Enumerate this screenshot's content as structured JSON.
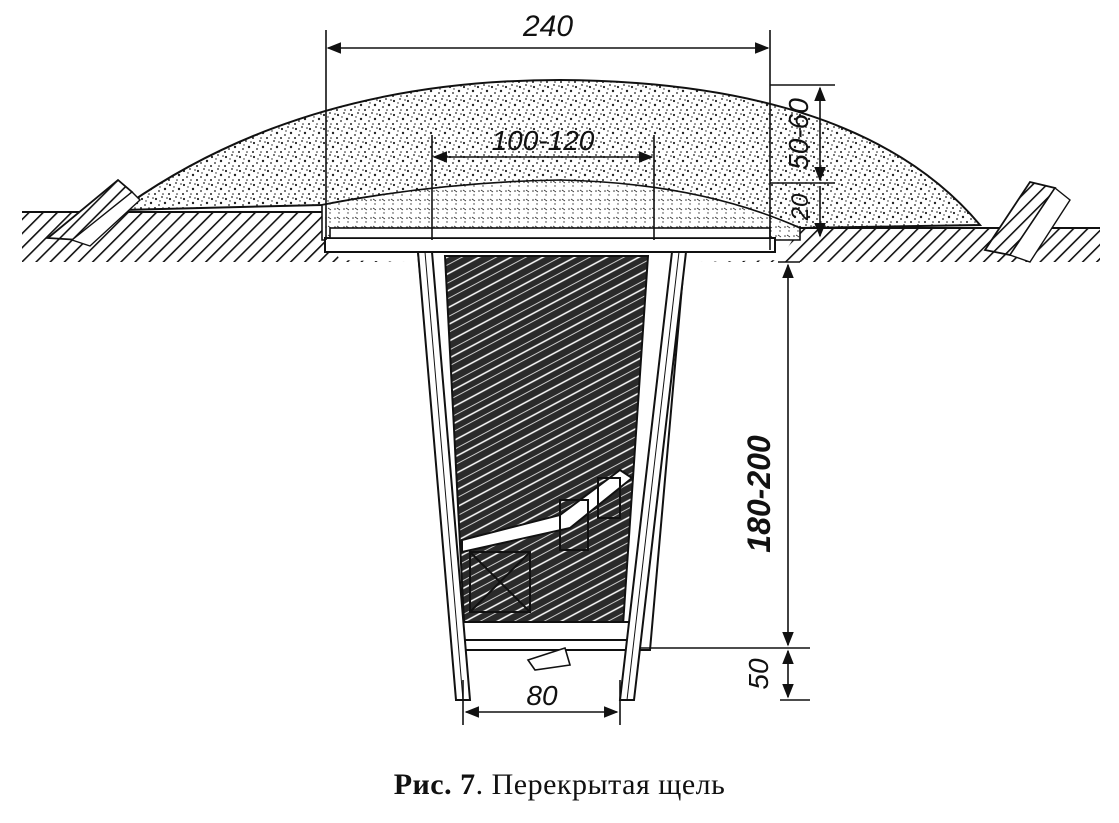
{
  "dimensions": {
    "top_width": "240",
    "inner_width": "100-120",
    "earth_cover": "50-60",
    "inner_layer": "20",
    "depth": "180-200",
    "bottom_width": "80",
    "bottom_depth": "50"
  },
  "caption": {
    "label": "Рис. 7",
    "separator": ". ",
    "title": "Перекрытая щель"
  },
  "colors": {
    "ink": "#111111",
    "paper": "#ffffff"
  }
}
